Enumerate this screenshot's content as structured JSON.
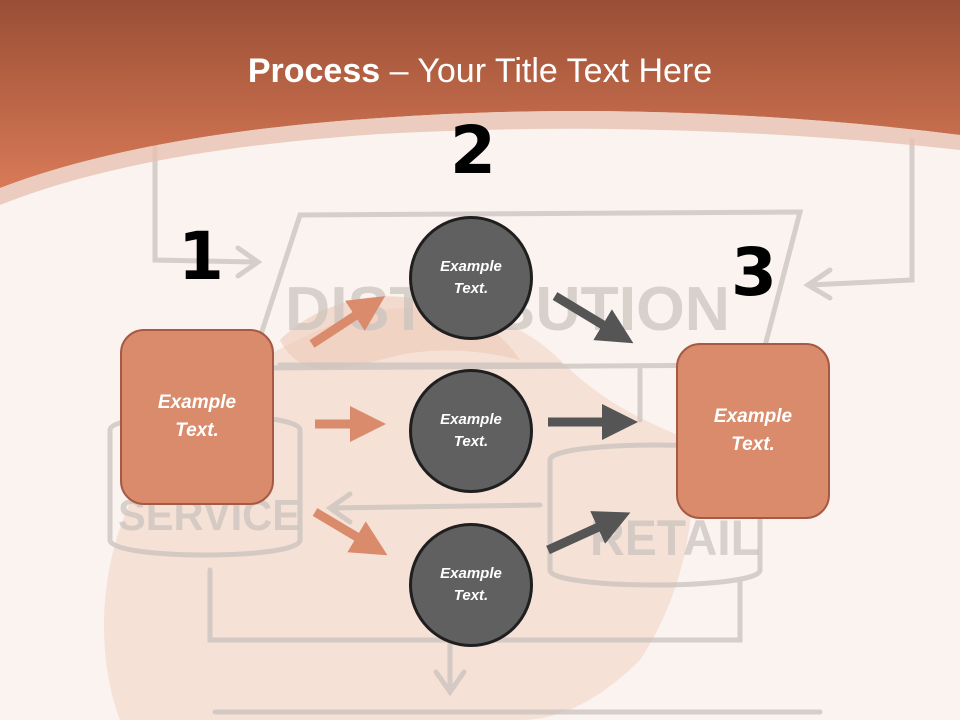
{
  "slide": {
    "title_bold": "Process",
    "title_rest": " – Your Title Text Here"
  },
  "steps": {
    "one": "1",
    "two": "2",
    "three": "3"
  },
  "left_box": {
    "text": "Example Text."
  },
  "right_box": {
    "text": "Example Text."
  },
  "circles": [
    {
      "text": "Example Text."
    },
    {
      "text": "Example Text."
    },
    {
      "text": "Example Text."
    }
  ],
  "background_sketch": {
    "words": [
      "DISTRIBUTION",
      "SERVICE",
      "RETAIL"
    ]
  },
  "colors": {
    "header": "#c96a4a",
    "box_fill": "#d98b6c",
    "box_border": "#a65a43",
    "circle_fill": "#606060",
    "arrow_orange": "#d98b6c",
    "arrow_gray": "#555555"
  }
}
